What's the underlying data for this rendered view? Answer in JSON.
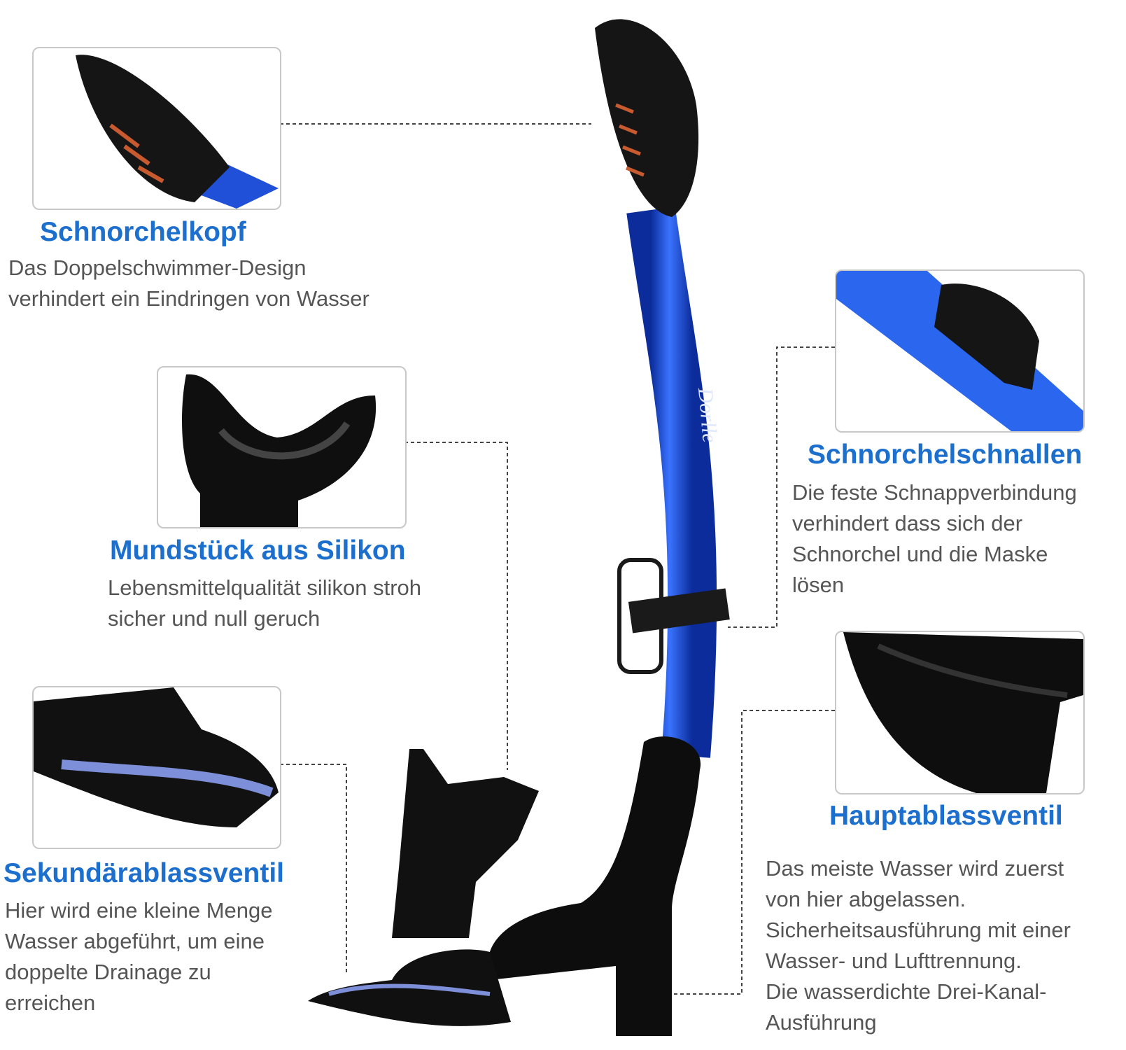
{
  "brand_logo": "Dorlle",
  "features": [
    {
      "title": "Schnorchelkopf",
      "lines": [
        "Das Doppelschwimmer-Design",
        "verhindert ein Eindringen von Wasser"
      ]
    },
    {
      "title": "Mundstück aus Silikon",
      "lines": [
        "Lebensmittelqualität silikon stroh",
        "sicher und null geruch"
      ]
    },
    {
      "title": "Sekundärablassventil",
      "lines": [
        "Hier wird eine kleine Menge",
        "Wasser abgeführt, um eine",
        "doppelte Drainage zu",
        "erreichen"
      ]
    },
    {
      "title": "Schnorchelschnallen",
      "lines": [
        "Die feste Schnappverbindung",
        "verhindert dass sich der",
        "Schnorchel und die Maske",
        "lösen"
      ]
    },
    {
      "title": "Hauptablassventil",
      "lines": [
        "Das meiste Wasser wird zuerst",
        "von hier abgelassen.",
        "Sicherheitsausführung mit einer",
        "Wasser- und Lufttrennung.",
        "Die wasserdichte Drei-Kanal-",
        "Ausführung"
      ]
    }
  ],
  "colors": {
    "accent": "#1d6fce",
    "text": "#555555",
    "tube": "#1f4fd6"
  }
}
